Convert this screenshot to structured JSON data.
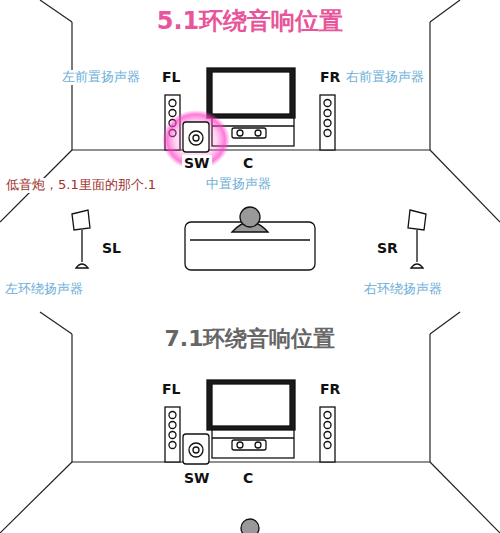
{
  "diagram": {
    "title": "5.1环绕音响位置",
    "labels": [
      "左前置扬声器",
      "FL",
      "FR",
      "右前置扬声器",
      "SW",
      "C",
      "低音炮，5.1里面的那个.1",
      "中置扬声器",
      "SL",
      "SR",
      "左环绕扬声器",
      "右环绕扬声器",
      "7.1环绕音响位置",
      "FL",
      "FR",
      "SW",
      "C"
    ]
  }
}
